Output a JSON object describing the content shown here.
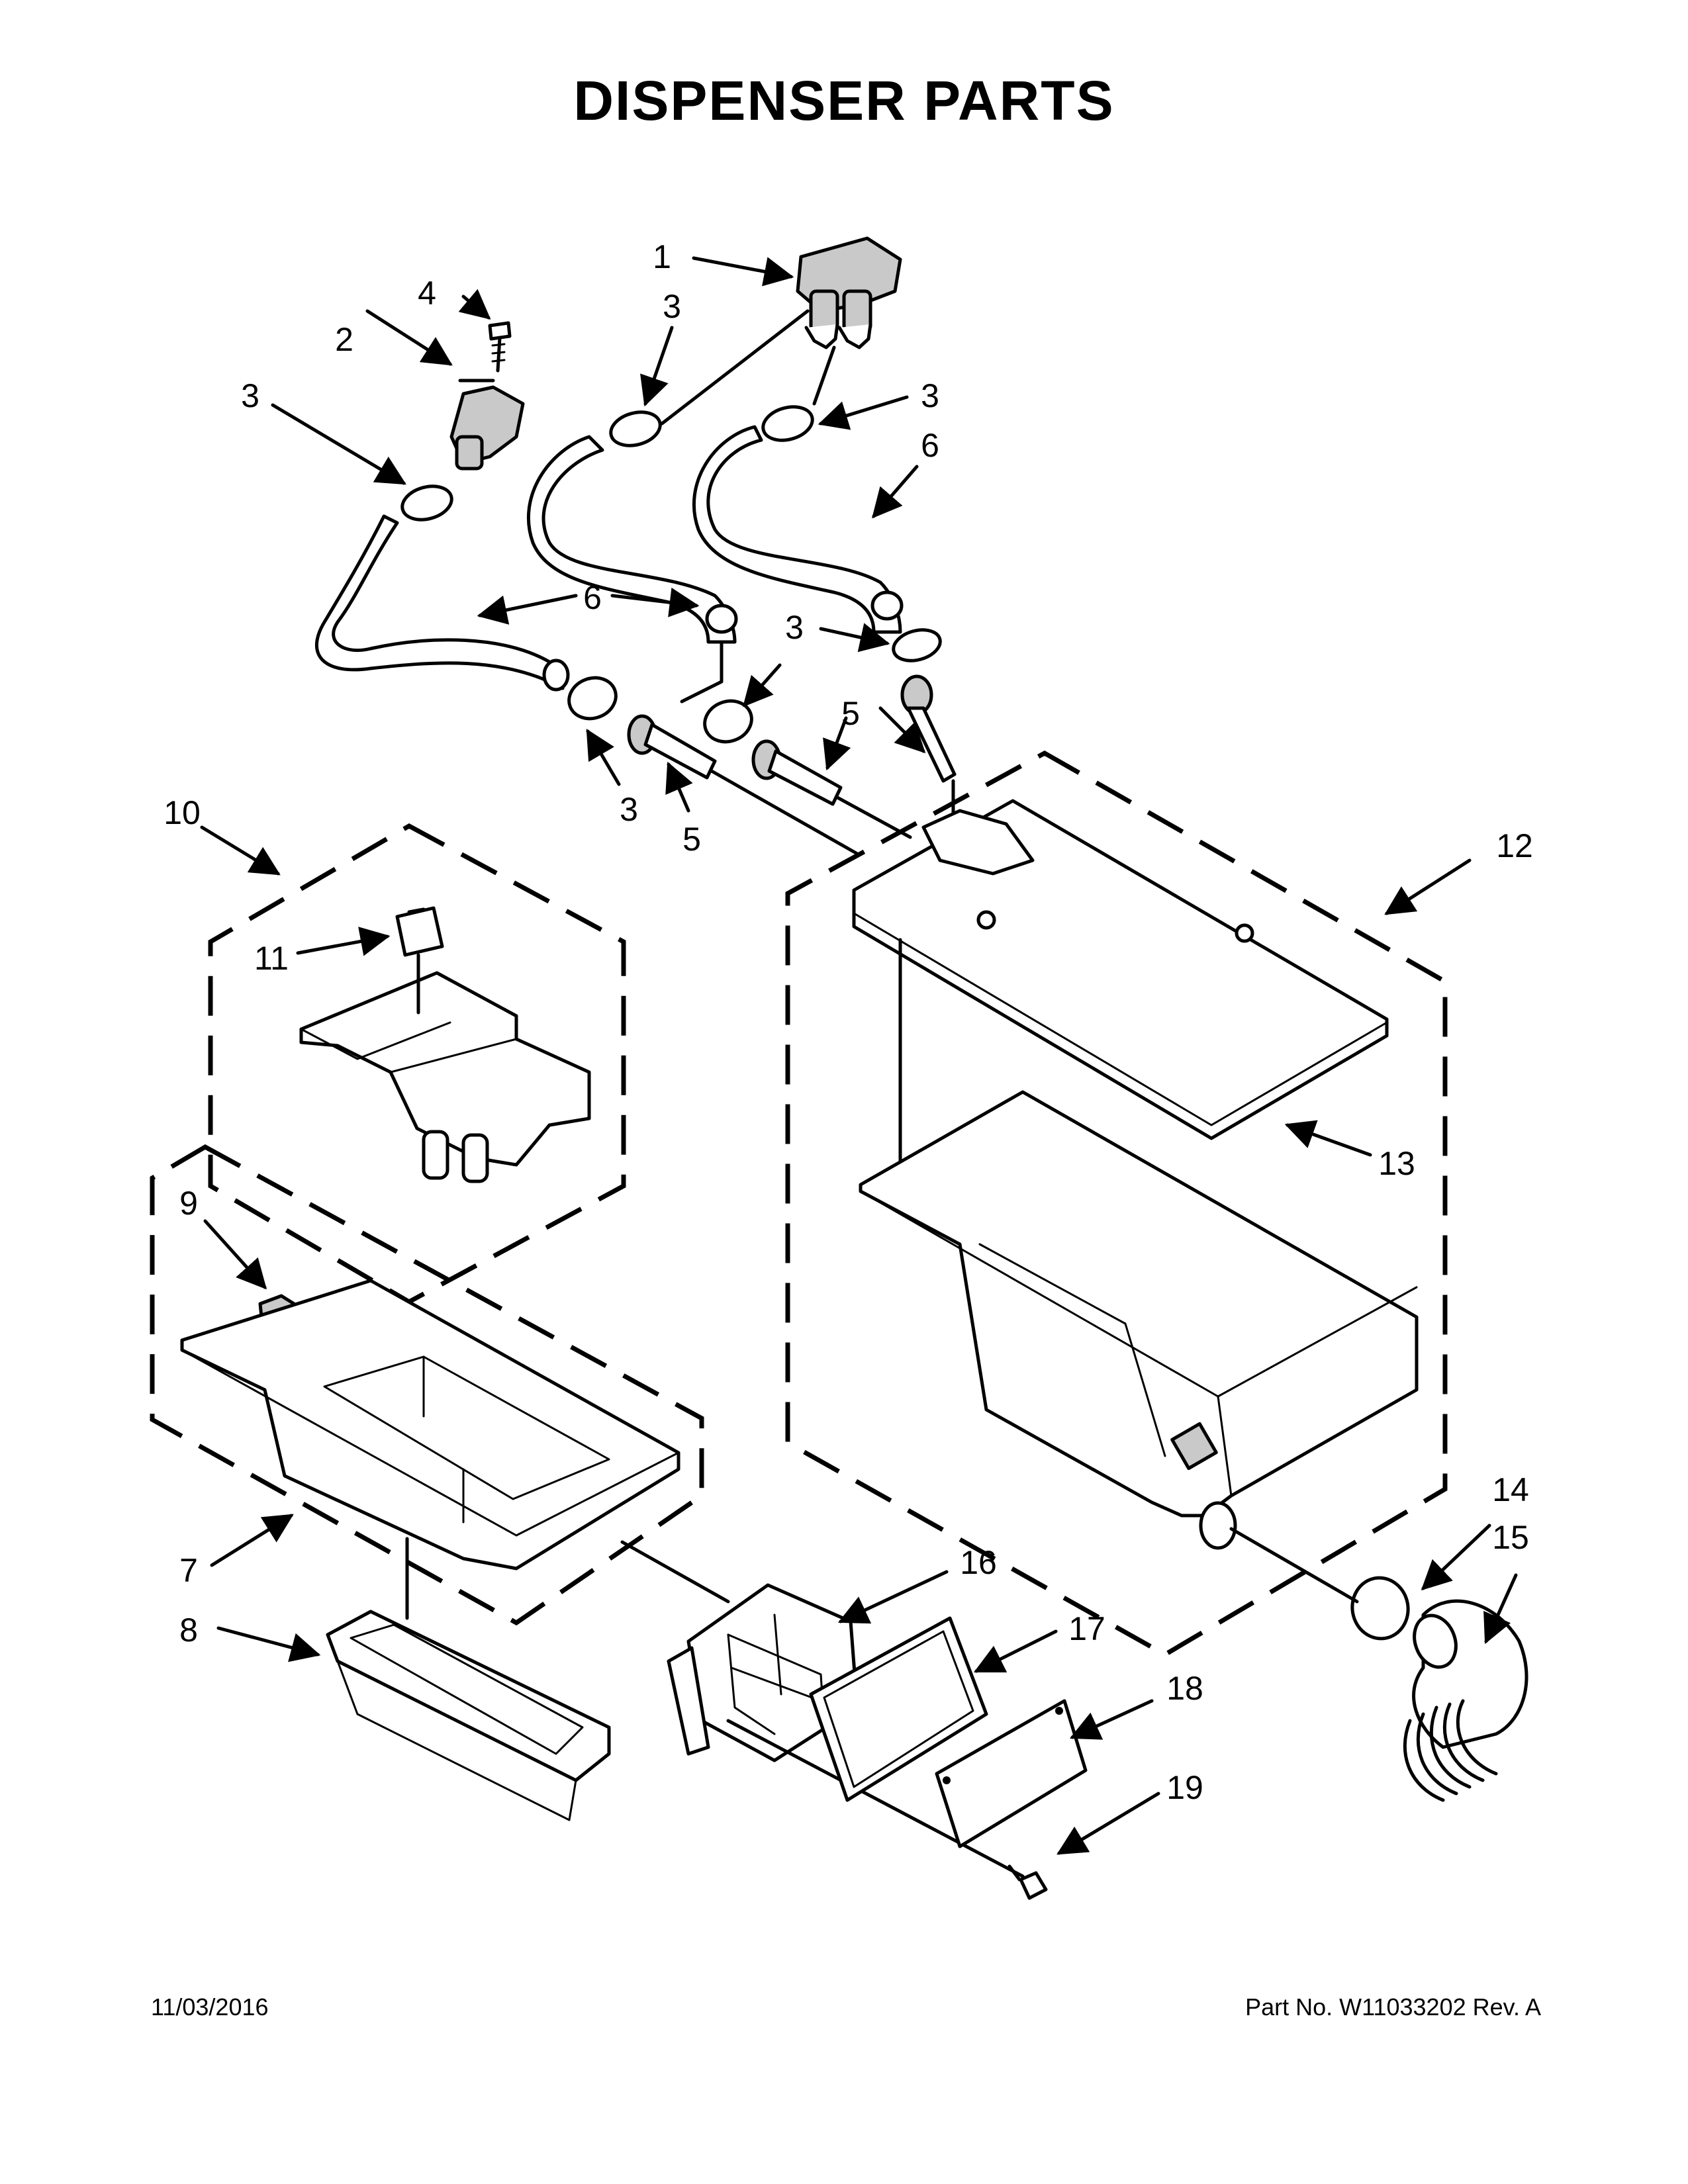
{
  "title": "DISPENSER PARTS",
  "footer": {
    "date": "11/03/2016",
    "part_number": "Part No.  W11033202  Rev.  A"
  },
  "callouts": [
    {
      "id": "c1",
      "label": "1"
    },
    {
      "id": "c2",
      "label": "2"
    },
    {
      "id": "c3a",
      "label": "3"
    },
    {
      "id": "c3b",
      "label": "3"
    },
    {
      "id": "c3c",
      "label": "3"
    },
    {
      "id": "c3d",
      "label": "3"
    },
    {
      "id": "c3e",
      "label": "3"
    },
    {
      "id": "c4",
      "label": "4"
    },
    {
      "id": "c5a",
      "label": "5"
    },
    {
      "id": "c5b",
      "label": "5"
    },
    {
      "id": "c6a",
      "label": "6"
    },
    {
      "id": "c6b",
      "label": "6"
    },
    {
      "id": "c7",
      "label": "7"
    },
    {
      "id": "c8",
      "label": "8"
    },
    {
      "id": "c9",
      "label": "9"
    },
    {
      "id": "c10",
      "label": "10"
    },
    {
      "id": "c11",
      "label": "11"
    },
    {
      "id": "c12",
      "label": "12"
    },
    {
      "id": "c13",
      "label": "13"
    },
    {
      "id": "c14",
      "label": "14"
    },
    {
      "id": "c15",
      "label": "15"
    },
    {
      "id": "c16",
      "label": "16"
    },
    {
      "id": "c17",
      "label": "17"
    },
    {
      "id": "c18",
      "label": "18"
    },
    {
      "id": "c19",
      "label": "19"
    }
  ]
}
